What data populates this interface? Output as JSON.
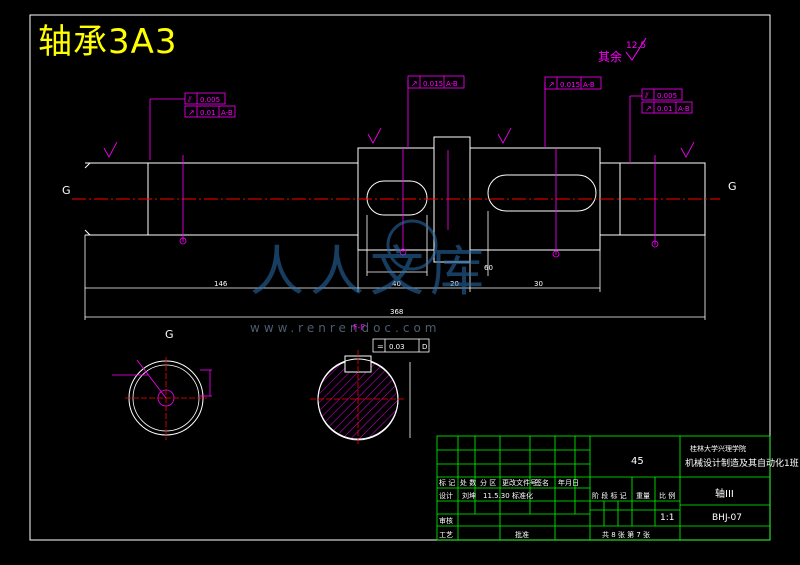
{
  "header": {
    "title": "轴承3A3",
    "roughness_label": "其余",
    "roughness_value": "12.5"
  },
  "section_labels": {
    "g_left": "G",
    "g_right": "G",
    "section_g": "G",
    "section_f": "F-F"
  },
  "tolerance_frames": [
    {
      "sym": "⫽",
      "val": "0.005",
      "ref": ""
    },
    {
      "sym": "↗",
      "val": "0.01",
      "ref": "A-B"
    },
    {
      "sym": "↗",
      "val": "0.015",
      "ref": "A-B"
    },
    {
      "sym": "↗",
      "val": "0.015",
      "ref": "A-B"
    },
    {
      "sym": "⫽",
      "val": "0.005",
      "ref": ""
    },
    {
      "sym": "↗",
      "val": "0.01",
      "ref": "A-B"
    },
    {
      "sym": "=",
      "val": "0.03",
      "ref": "D"
    }
  ],
  "dimensions": {
    "len_146": "146",
    "len_368": "368",
    "len_40": "40",
    "len_20": "20",
    "len_30": "30",
    "len_60": "60"
  },
  "title_block": {
    "material": "45",
    "school": "桂林大学兴理学院",
    "course": "机械设计制造及其自动化1班",
    "part_name": "轴III",
    "drawing_no": "BHJ-07",
    "scale": "1:1",
    "sheets": "共 8 张  第 7 张",
    "headers": {
      "mark": "标 记",
      "count": "处 数",
      "zone": "分  区",
      "doc": "更改文件号",
      "sign": "签名",
      "date": "年月日"
    },
    "design": "设计",
    "designer": "刘坤",
    "design_date": "11.5.30",
    "standard": "标准化",
    "stage_mark": "阶 段 标 记",
    "weight": "重量",
    "scale_label": "比 例",
    "review": "审核",
    "process": "工艺",
    "approve": "批准"
  },
  "watermark": {
    "brand": "人人文库",
    "url": "www.renrendoc.com"
  }
}
